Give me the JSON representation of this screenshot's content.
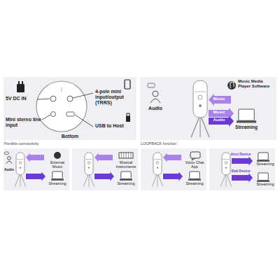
{
  "diagram": {
    "nodes": [
      {
        "text": [
          "Bottom",
          "Flexible connectivity"
        ]
      },
      {
        "text": [
          "LOOPBACK function"
        ]
      }
    ],
    "labels": [
      "5V DC IN",
      "4-pole mini input/output (TRRS)",
      "Mini stereo line input",
      "USB to Host",
      "Audio",
      "Music Media Player Software",
      "Music",
      "Music",
      "Audio",
      "Streaming",
      "Audio",
      "External Music",
      "Streaming",
      "Musical Instruments",
      "Streaming",
      "Voice Chat App",
      "Streaming",
      "Host Device",
      "Streaming",
      "Sub Device",
      "Streaming"
    ]
  }
}
